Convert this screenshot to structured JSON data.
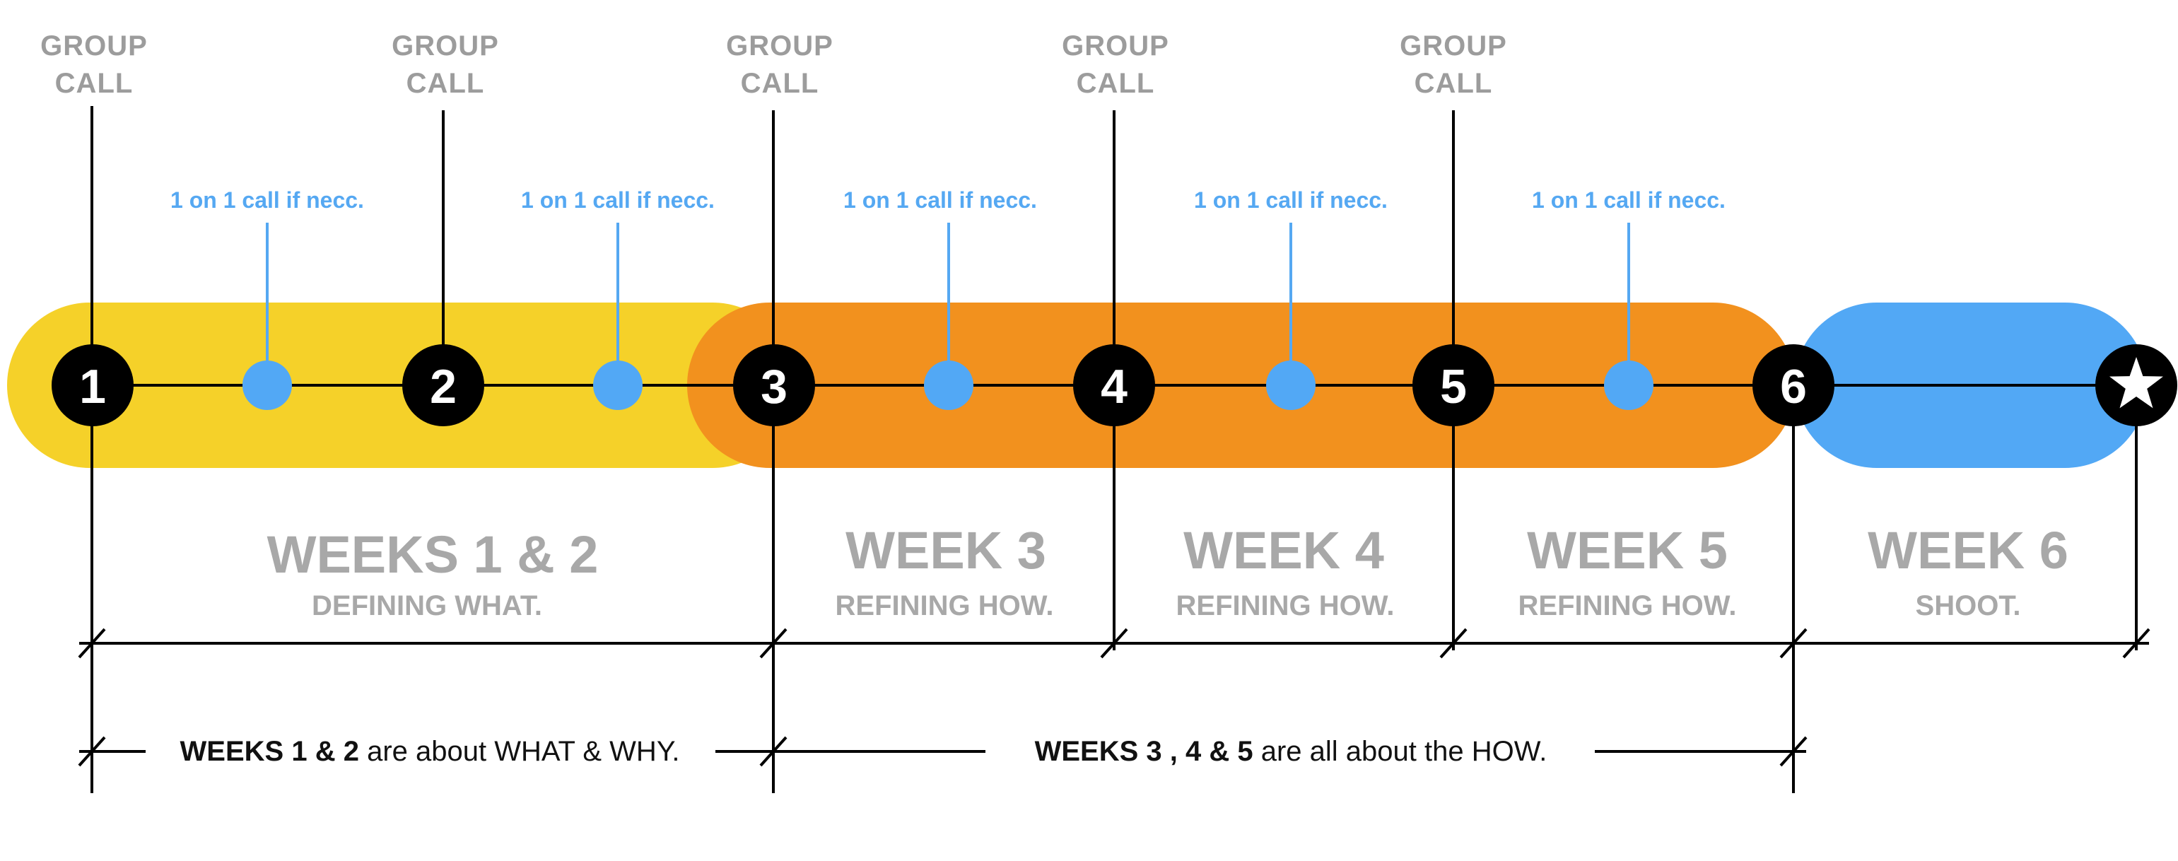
{
  "colors": {
    "yellow": "#f5d129",
    "orange": "#f2911e",
    "blue": "#52a8f5",
    "black": "#000000",
    "gray": "#a8a8a8",
    "one_on_one": "#55a8f2"
  },
  "group_call": {
    "line1": "GROUP",
    "line2": "CALL"
  },
  "one_on_one_label": "1 on 1 call if necc.",
  "milestones": [
    "1",
    "2",
    "3",
    "4",
    "5",
    "6"
  ],
  "final_marker_icon": "star-icon",
  "weeks": [
    {
      "title": "WEEKS 1 & 2",
      "subtitle": "DEFINING WHAT."
    },
    {
      "title": "WEEK 3",
      "subtitle": "REFINING HOW."
    },
    {
      "title": "WEEK 4",
      "subtitle": "REFINING HOW."
    },
    {
      "title": "WEEK 5",
      "subtitle": "REFINING HOW."
    },
    {
      "title": "WEEK 6",
      "subtitle": "SHOOT."
    }
  ],
  "summary": {
    "left_bold": "WEEKS 1 & 2",
    "left_rest": " are about WHAT & WHY.",
    "right_bold": "WEEKS 3 , 4 & 5",
    "right_rest": " are all about the HOW."
  }
}
